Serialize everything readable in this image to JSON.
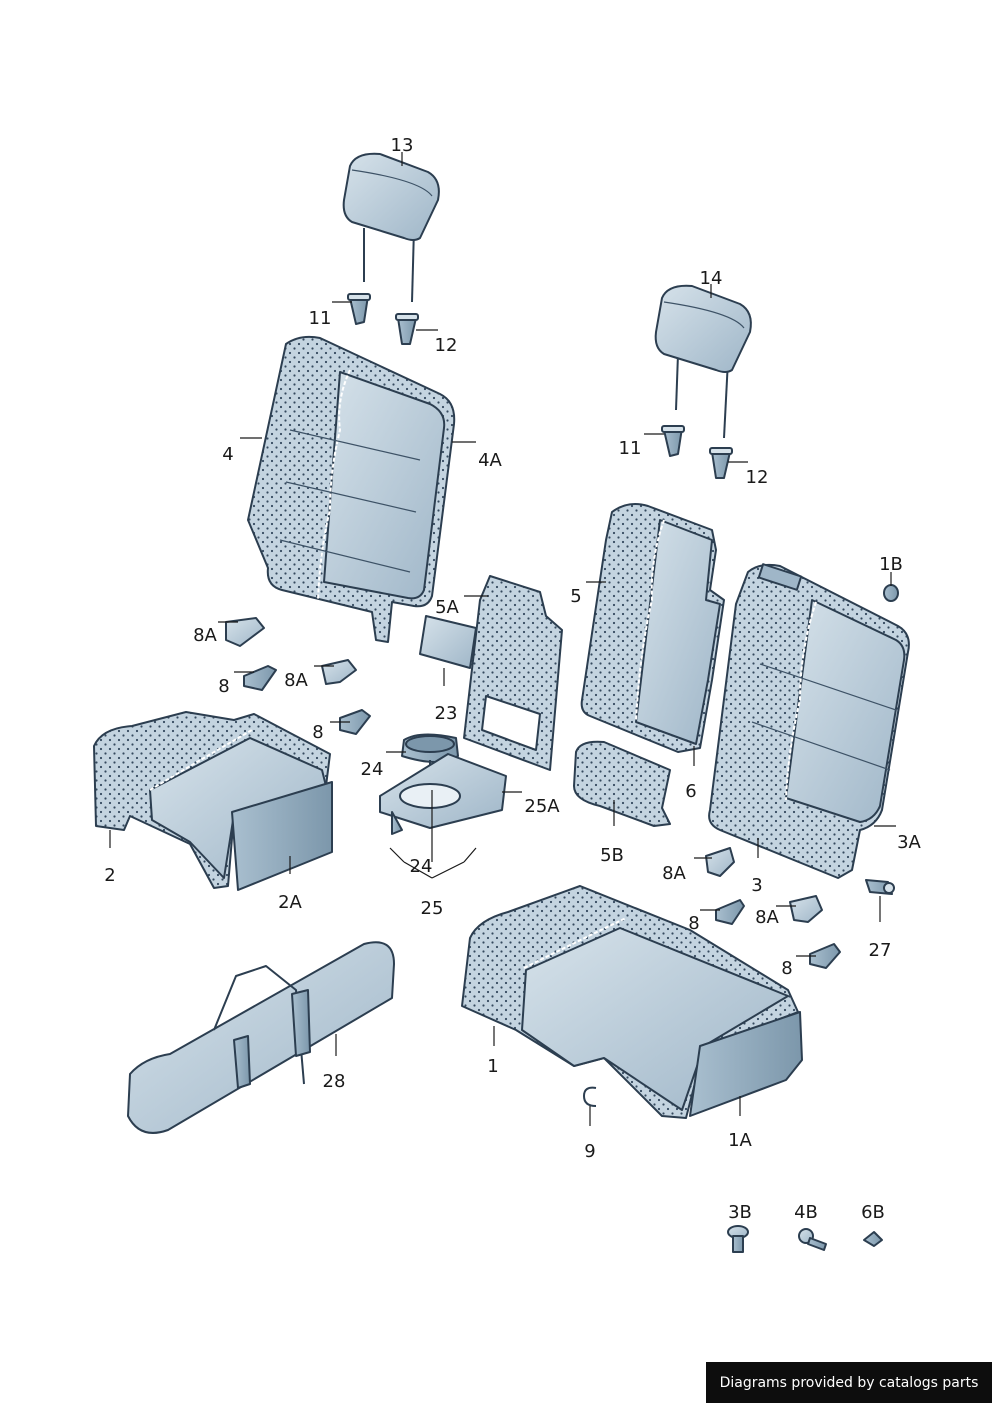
{
  "callouts": {
    "c13": "13",
    "c14": "14",
    "c11a": "11",
    "c12a": "12",
    "c11b": "11",
    "c12b": "12",
    "c4": "4",
    "c4A": "4A",
    "c5": "5",
    "c5A": "5A",
    "c1B": "1B",
    "c8Aa": "8A",
    "c8a": "8",
    "c8Ab": "8A",
    "c8b": "8",
    "c23": "23",
    "c24a": "24",
    "c25A": "25A",
    "c24b": "24",
    "c25": "25",
    "c2": "2",
    "c2A": "2A",
    "c6": "6",
    "c5B": "5B",
    "c3A": "3A",
    "c3": "3",
    "c8Ac": "8A",
    "c8c": "8",
    "c8Ad": "8A",
    "c8d": "8",
    "c27": "27",
    "c1": "1",
    "c28": "28",
    "c9": "9",
    "c1A": "1A",
    "c3B": "3B",
    "c4B": "4B",
    "c6B": "6B"
  },
  "credit": "Diagrams provided by catalogs parts",
  "colors": {
    "fabric": "#b9cbd9",
    "fabric_dark": "#8aa3b7",
    "fabric_light": "#d6e2ea",
    "outline": "#2c3e50",
    "dots": "#34495e"
  }
}
